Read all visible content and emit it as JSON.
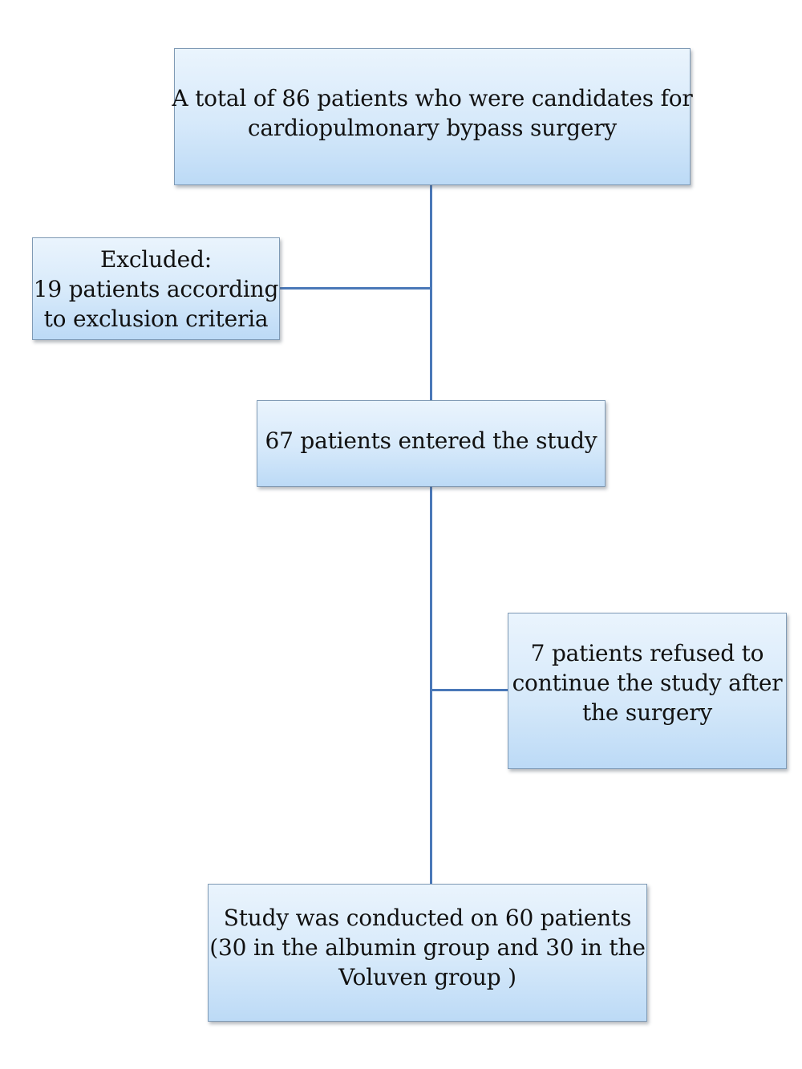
{
  "flowchart": {
    "total": {
      "lines": [
        "A total of 86 patients who were candidates for",
        "cardiopulmonary bypass surgery"
      ]
    },
    "excluded": {
      "lines": [
        "Excluded:",
        "19 patients according",
        "to exclusion criteria"
      ]
    },
    "entered": {
      "lines": [
        "67 patients entered the study"
      ]
    },
    "refused": {
      "lines": [
        "7 patients refused to",
        "continue the study after",
        "the surgery"
      ]
    },
    "final": {
      "lines": [
        "Study was conducted on 60 patients",
        "(30 in the albumin group and 30 in the",
        "Voluven group )"
      ]
    }
  },
  "colors": {
    "box_border": "#7f9ab5",
    "box_fill_top": "#eaf4fd",
    "box_fill_bottom": "#bcdaf6",
    "connector": "#4a78b8"
  }
}
